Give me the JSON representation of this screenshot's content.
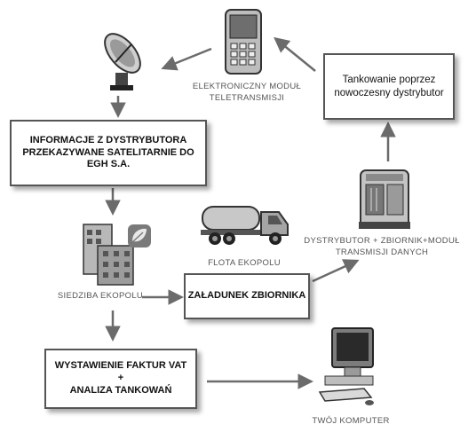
{
  "boxes": {
    "tankowanie": "Tankowanie poprzez\nnowoczesny dystrybutor",
    "informacje": "INFORMACJE Z DYSTRYBUTORA\nPRZEKAZYWANE SATELITARNIE DO EGH S.A.",
    "zaladunek": "ZAŁADUNEK ZBIORNIKA",
    "faktury": "WYSTAWIENIE FAKTUR VAT\n+\nANALIZA TANKOWAŃ"
  },
  "labels": {
    "modul": "ELEKTRONICZNY MODUŁ\nTELETRANSMISJI",
    "flota": "FLOTA EKOPOLU",
    "dystrybutor": "DYSTRYBUTOR + ZBIORNIK+MODUŁ\nTRANSMISJI DANYCH",
    "siedziba": "SIEDZIBA EKOPOLU",
    "komputer": "TWÓJ KOMPUTER"
  },
  "icons": [
    "satellite-dish-icon",
    "mobile-phone-icon",
    "office-buildings-icon",
    "leaf-logo-icon",
    "tanker-truck-icon",
    "fuel-dispenser-icon",
    "desktop-computer-icon"
  ],
  "colors": {
    "arrow": "#6b6b6b",
    "border": "#555555",
    "label_text": "#555555"
  }
}
